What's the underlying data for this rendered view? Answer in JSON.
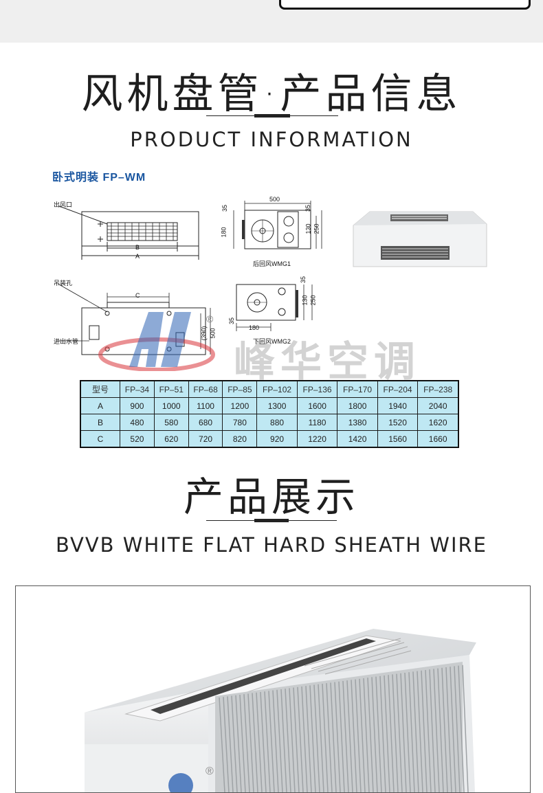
{
  "section1": {
    "title": "风机盘管·产品信息",
    "subtitle_en": "PRODUCT INFORMATION",
    "model_heading": "卧式明装 FP–WM"
  },
  "drawing_labels": {
    "outlet": "出风口",
    "hang_hole": "吊装孔",
    "pipe": "进出水管",
    "dim_a": "A",
    "dim_b": "B",
    "dim_c": "C",
    "dim_500": "500",
    "dim_35a": "35",
    "dim_35b": "35",
    "dim_180": "180",
    "dim_130": "130",
    "dim_250": "250",
    "dim_390": "(390)",
    "dim_500v": "500",
    "dim_35c": "35",
    "dim_130b": "130",
    "dim_250b": "250",
    "dim_35d": "35",
    "dim_180b": "180",
    "wmg1": "后回风WMG1",
    "wmg2": "下回风WMG2"
  },
  "watermark": {
    "company": "峰华空调",
    "registered": "®"
  },
  "spec_table": {
    "header": [
      "型号",
      "FP–34",
      "FP–51",
      "FP–68",
      "FP–85",
      "FP–102",
      "FP–136",
      "FP–170",
      "FP–204",
      "FP–238"
    ],
    "rows": [
      [
        "A",
        "900",
        "1000",
        "1100",
        "1200",
        "1300",
        "1600",
        "1800",
        "1940",
        "2040"
      ],
      [
        "B",
        "480",
        "580",
        "680",
        "780",
        "880",
        "1180",
        "1380",
        "1520",
        "1620"
      ],
      [
        "C",
        "520",
        "620",
        "720",
        "820",
        "920",
        "1220",
        "1420",
        "1560",
        "1660"
      ]
    ]
  },
  "section2": {
    "title": "产品展示",
    "subtitle_en": "BVVB WHITE FLAT HARD SHEATH WIRE"
  },
  "colors": {
    "heading_blue": "#1a56a0",
    "table_cell": "#bfe8f3",
    "logo_blue": "#2f64b4",
    "logo_red": "#d9343a"
  }
}
